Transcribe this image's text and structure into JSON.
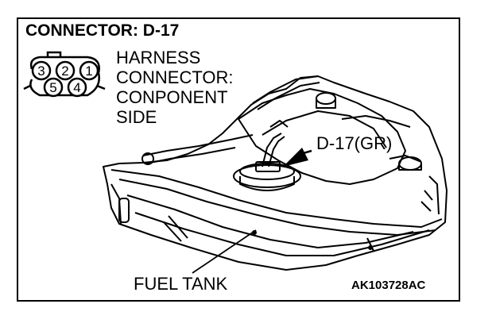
{
  "title": "CONNECTOR: D-17",
  "harness_label": [
    "HARNESS",
    "CONNECTOR:",
    "CONPONENT",
    "SIDE"
  ],
  "connector_pins": [
    "3",
    "2",
    "1",
    "5",
    "4"
  ],
  "callout_label": "D-17(GR)",
  "tank_label": "FUEL TANK",
  "figure_code": "AK103728AC"
}
